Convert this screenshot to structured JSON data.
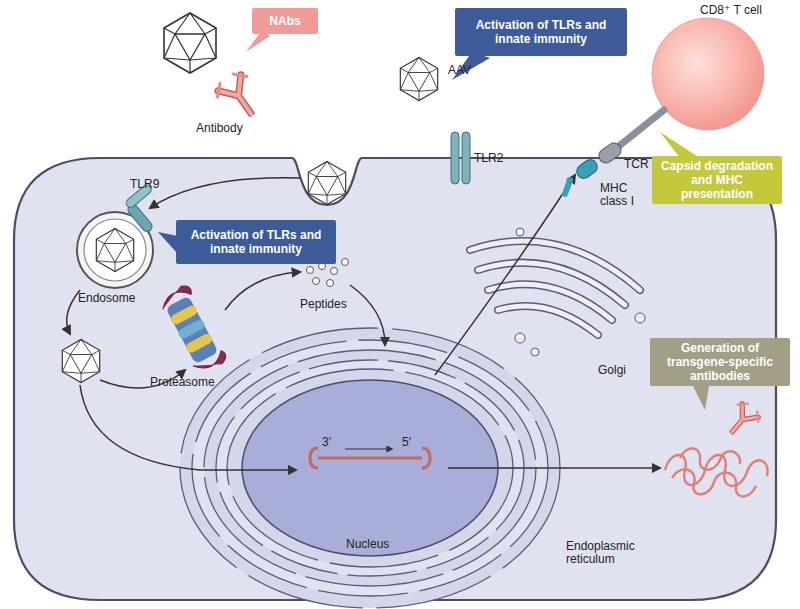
{
  "diagram": {
    "nodes": [
      {
        "text": [
          "NAbs"
        ]
      },
      {
        "text": [
          "Activation of TLRs and innate immunity"
        ]
      },
      {
        "text": [
          "Capsid degradation and MHC presentation"
        ]
      },
      {
        "text": [
          "Activation of TLRs and innate immunity"
        ]
      },
      {
        "text": [
          "Generation of transgene-specific antibodies"
        ]
      }
    ],
    "labels": [
      "Antibody",
      "AAV",
      "TLR2",
      "CD8⁺ T cell",
      "TCR",
      "MHC class I",
      "TLR9",
      "Endosome",
      "Peptides",
      "Proteasome",
      "Golgi",
      "3′",
      "5′",
      "Nucleus",
      "Endoplasmic reticulum"
    ]
  }
}
